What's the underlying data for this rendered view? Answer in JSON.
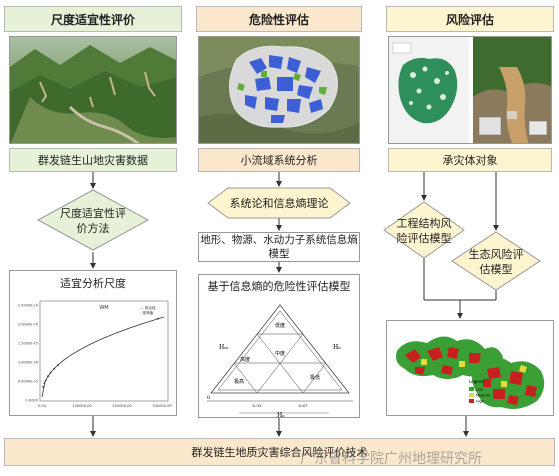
{
  "columns": [
    {
      "title": "尺度适宜性评价",
      "caption": "群发链生山地灾害数据"
    },
    {
      "title": "危险性评估",
      "caption": "小流域系统分析"
    },
    {
      "title": "风险评估",
      "caption": "承灾体对象"
    }
  ],
  "left": {
    "method": "尺度适宜性评价方法",
    "analysis_box_title": "适宜分析尺度",
    "chart_title": "WM",
    "chart_legend": [
      "— 拟合线",
      "· 观测值"
    ],
    "chart_y_ticks": [
      "2.5000E+5",
      "2.0000E+5",
      "1.5000E+5",
      "1.0000E+5",
      "0.5000E+5",
      "0.0000"
    ],
    "chart_x_ticks": [
      "0.00",
      "100000.00",
      "200000.00",
      "300000.00"
    ]
  },
  "middle": {
    "theory": "系统论和信息熵理论",
    "entropy_model": "地形、物源、水动力子系统信息熵模型",
    "danger_box_title": "基于信息熵的危险性评估模型",
    "triangle_labels": {
      "h_left": "Hₘ",
      "h_right": "Hₙ",
      "h_bottom": "Hₚ",
      "zone_top": "低度",
      "zone_middle": "中度",
      "zone_left": "高度",
      "zone_right": "极低",
      "zone_bottom_left": "极高",
      "origin": "0",
      "ticks": [
        "0.33",
        "0.67"
      ]
    }
  },
  "right": {
    "engineering": "工程结构风险评估模型",
    "ecology": "生态风险评估模型",
    "map_legend_title": "Legend",
    "map_legend": [
      "Low",
      "Medium",
      "High"
    ]
  },
  "bottom": {
    "label": "群发链生地质灾害综合风险评价技术",
    "watermark": "广东省科学院广州地理研究所"
  },
  "colors": {
    "green": "#e7f1d7",
    "orange": "#fbe8cc",
    "yellow": "#fdf5cf",
    "map_green": "#3aa035",
    "map_red": "#c8201e",
    "map_yellow": "#e8d93a"
  }
}
